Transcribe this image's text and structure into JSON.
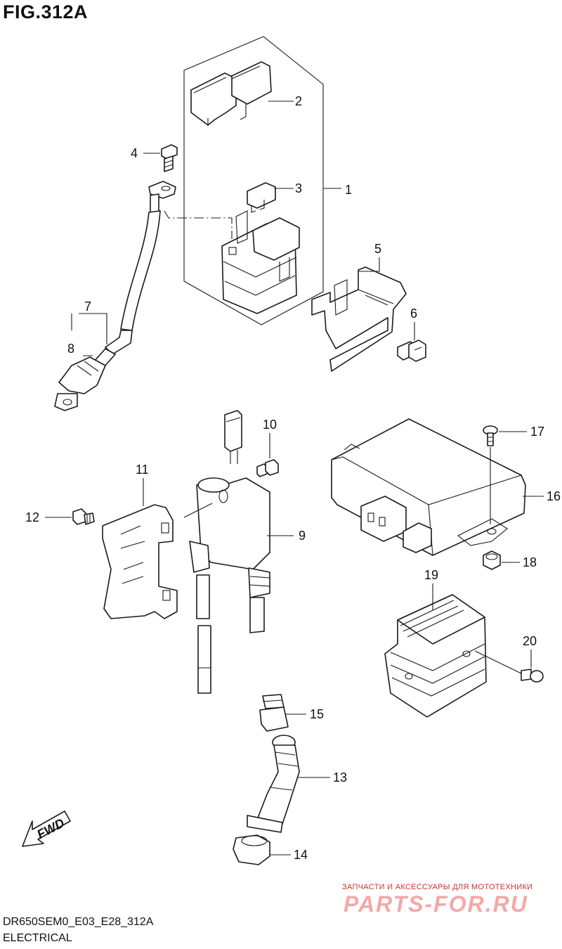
{
  "figure": {
    "title": "FIG.312A"
  },
  "callouts": {
    "c1": "1",
    "c2": "2",
    "c3": "3",
    "c4": "4",
    "c5": "5",
    "c6": "6",
    "c7": "7",
    "c8": "8",
    "c9": "9",
    "c10": "10",
    "c11": "11",
    "c12": "12",
    "c13": "13",
    "c14": "14",
    "c15": "15",
    "c16": "16",
    "c17": "17",
    "c18": "18",
    "c19": "19",
    "c20": "20"
  },
  "fwd_arrow": {
    "label": "FWD"
  },
  "watermark": {
    "tagline": "ЗАПЧАСТИ И АКСЕССУАРЫ ДЛЯ МОТОТЕХНИКИ",
    "logo": "PARTS-FOR.RU"
  },
  "footer": {
    "code": "DR650SEM0_E03_E28_312A",
    "name": "ELECTRICAL"
  }
}
